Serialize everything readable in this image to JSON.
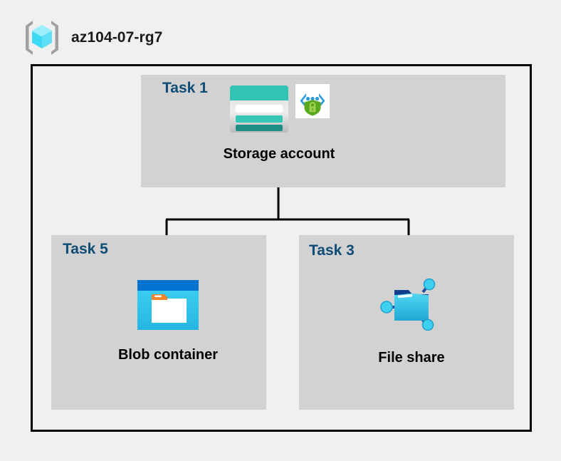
{
  "diagram": {
    "background_color": "#f0f0f0",
    "boundary_color": "#000000",
    "task_box_color": "#d2d2d2",
    "task_label_color": "#0f4c75",
    "caption_color": "#000000"
  },
  "header": {
    "icon": "resource-group-icon",
    "title": "az104-07-rg7"
  },
  "tasks": {
    "top": {
      "label": "Task 1",
      "node": {
        "caption": "Storage account",
        "primary_icon": "storage-account-icon",
        "secondary_icon": "managed-identity-shield-icon"
      }
    },
    "left": {
      "label": "Task 5",
      "node": {
        "caption": "Blob container",
        "primary_icon": "blob-container-icon"
      }
    },
    "right": {
      "label": "Task 3",
      "node": {
        "caption": "File share",
        "primary_icon": "file-share-icon"
      }
    }
  },
  "connectors": [
    {
      "from": "storage-account",
      "to": "blob-container"
    },
    {
      "from": "storage-account",
      "to": "file-share"
    }
  ]
}
